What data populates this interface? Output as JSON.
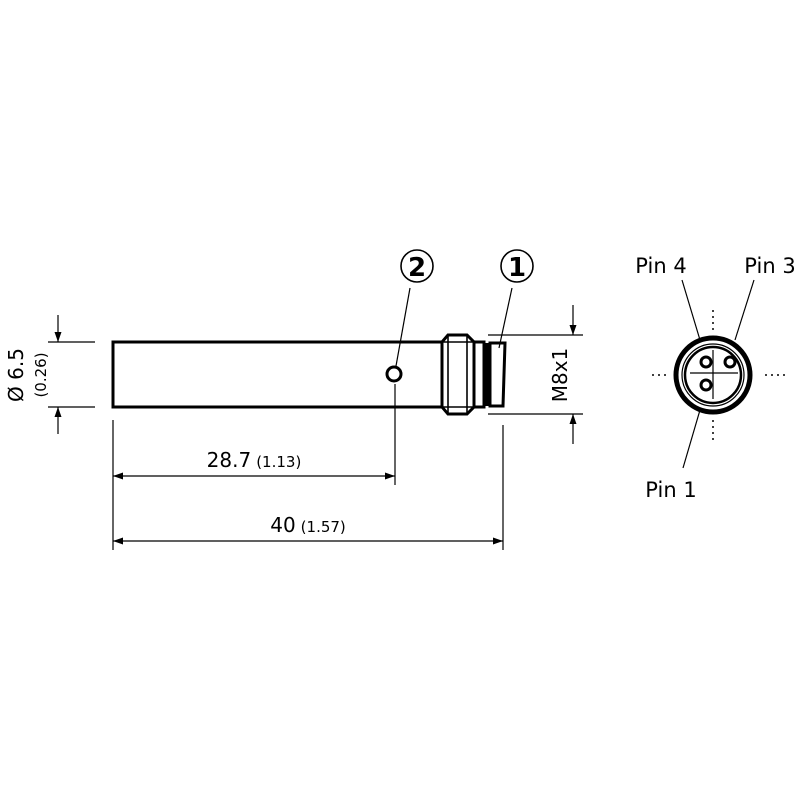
{
  "dimensions": {
    "diameter_main": "Ø 6.5",
    "diameter_inch": "(0.26)",
    "hole_position_mm": "28.7",
    "hole_position_inch": "(1.13)",
    "length_mm": "40",
    "length_inch": "(1.57)",
    "thread": "M8x1"
  },
  "callouts": {
    "connector": "1",
    "indicator": "2"
  },
  "pins": {
    "pin4": "Pin 4",
    "pin3": "Pin 3",
    "pin1": "Pin 1"
  }
}
